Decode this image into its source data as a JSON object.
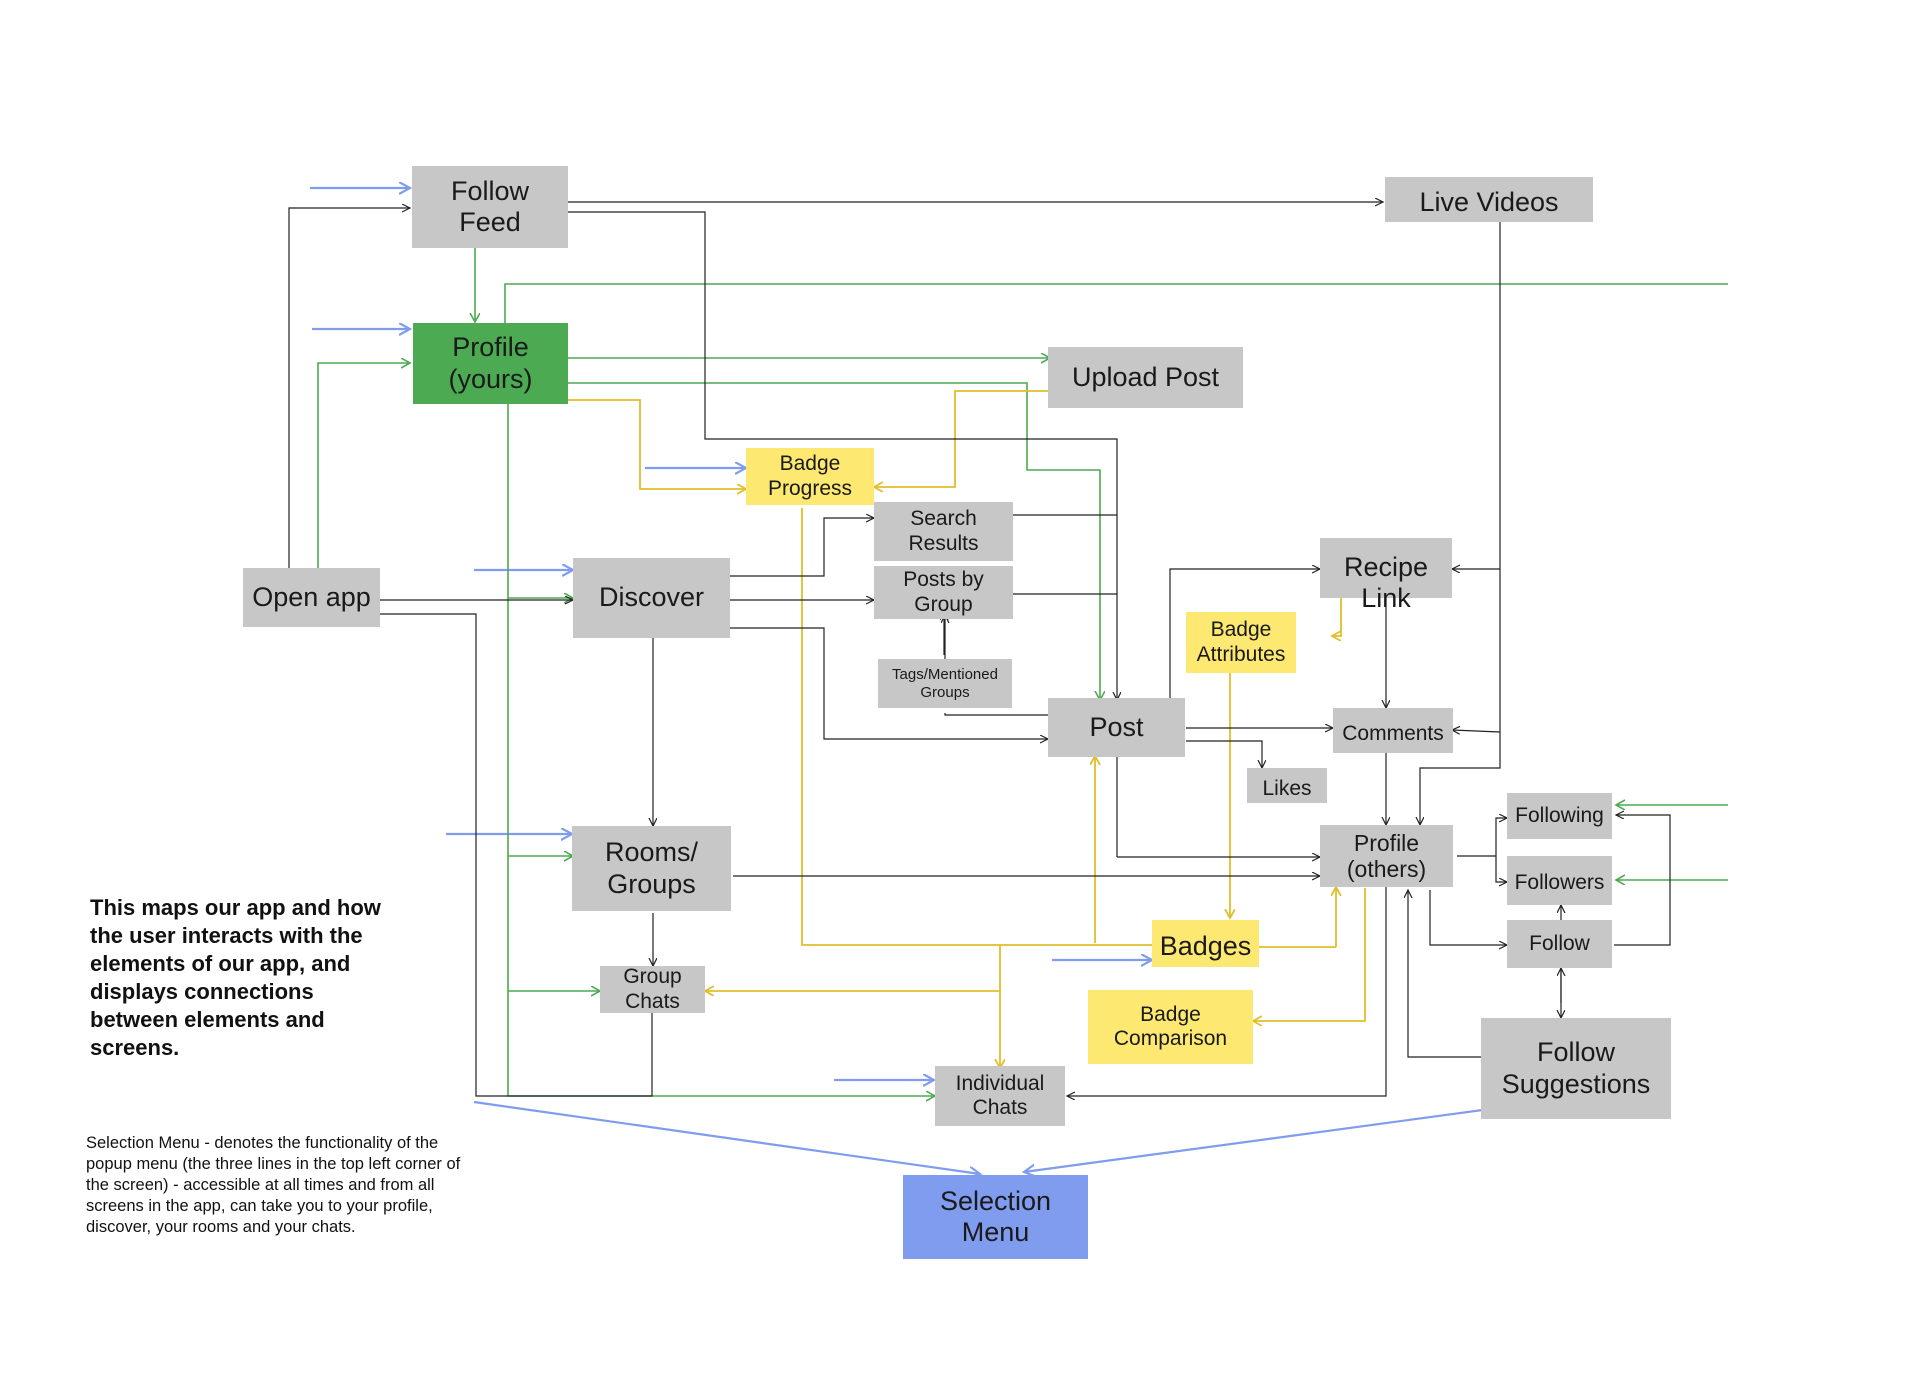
{
  "nodes": {
    "follow_feed": "Follow\nFeed",
    "live_videos": "Live Videos",
    "profile_yours": "Profile\n(yours)",
    "upload_post": "Upload Post",
    "badge_progress": "Badge\nProgress",
    "search_results": "Search\nResults",
    "open_app": "Open app",
    "discover": "Discover",
    "posts_by_group": "Posts by\nGroup",
    "recipe_link": "Recipe\nLink",
    "badge_attributes": "Badge\nAttributes",
    "tags_mentioned": "Tags/Mentioned\nGroups",
    "post": "Post",
    "comments": "Comments",
    "likes": "Likes",
    "following": "Following",
    "profile_others": "Profile\n(others)",
    "rooms_groups": "Rooms/\nGroups",
    "followers": "Followers",
    "badges": "Badges",
    "follow": "Follow",
    "group_chats": "Group\nChats",
    "badge_comparison": "Badge\nComparison",
    "follow_suggestions": "Follow\nSuggestions",
    "individual_chats": "Individual\nChats",
    "selection_menu": "Selection\nMenu"
  },
  "notes": {
    "description": "This maps our app and how\nthe user interacts with the\nelements of our app, and\ndisplays connections\nbetween elements and\nscreens.",
    "selection_menu_note": "Selection Menu - denotes the functionality of the\npopup menu (the three lines in the top left corner of\nthe screen) - accessible at all times and from all\nscreens in the app, can take you to your profile,\ndiscover, your rooms and your chats."
  },
  "colors": {
    "screen": "#c7c7c7",
    "profile_yours": "#4caa52",
    "badge_feature": "#fde871",
    "selection_menu": "#7f9cee",
    "nav_arrow": "#7f9cee",
    "profile_link": "#4caa52",
    "badge_link": "#e0bf2a",
    "general_link": "#222222"
  }
}
